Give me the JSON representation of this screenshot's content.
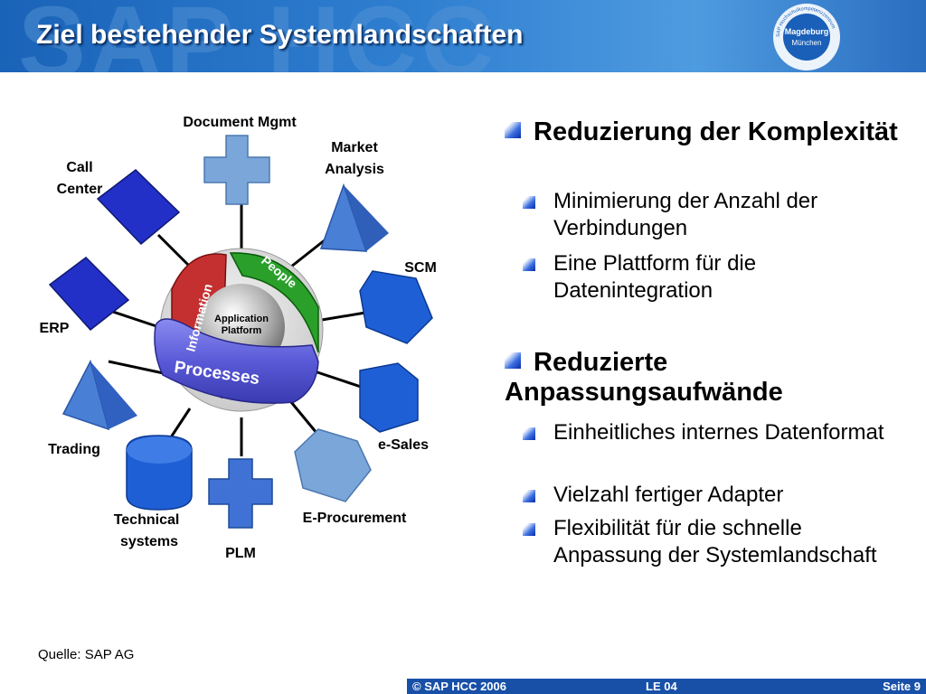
{
  "header": {
    "title": "Ziel bestehender Systemlandschaften",
    "watermark": "SAP HCC",
    "logo_text_top": "Magdeburg",
    "logo_text_bottom": "München",
    "logo_ring_text": "SAP Hochschulkompetenzzentrum"
  },
  "diagram": {
    "core_label": "Application Platform",
    "core_line1": "Application",
    "core_line2": "Platform",
    "ring_information": "Information",
    "ring_people": "People",
    "ring_processes": "Processes",
    "nodes": {
      "document_mgmt": "Document Mgmt",
      "market_line1": "Market",
      "market_line2": "Analysis",
      "call_line1": "Call",
      "call_line2": "Center",
      "scm": "SCM",
      "erp": "ERP",
      "esales": "e-Sales",
      "trading": "Trading",
      "tech_line1": "Technical",
      "tech_line2": "systems",
      "eprocurement": "E-Procurement",
      "plm": "PLM"
    }
  },
  "bullets": [
    {
      "title": "Reduzierung der Komplexität",
      "sub": [
        "Minimierung der Anzahl der Verbindungen",
        "Eine Plattform für die Datenintegration"
      ]
    },
    {
      "title": "Reduzierte Anpassungsaufwände",
      "sub": [
        "Einheitliches internes Datenformat",
        "Vielzahl fertiger Adapter",
        "Flexibilität für die schnelle Anpassung der Systemlandschaft"
      ]
    }
  ],
  "source": "Quelle: SAP AG",
  "footer": {
    "copyright": "© SAP HCC 2006",
    "lecture": "LE 04",
    "page": "Seite 9"
  },
  "colors": {
    "header_blue": "#2f7fd1",
    "footer_blue": "#1850a8",
    "dark_cube": "#2230c8",
    "mid_cube": "#2f6ee0",
    "light_cube": "#7aa6d9"
  }
}
